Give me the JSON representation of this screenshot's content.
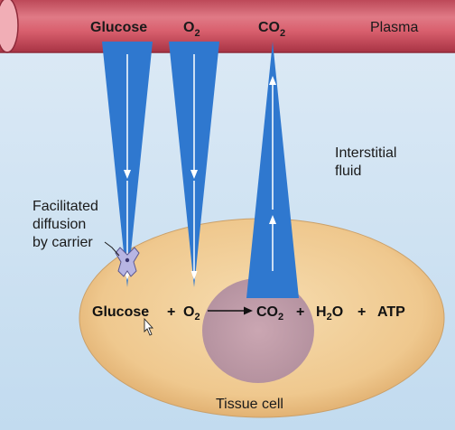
{
  "colors": {
    "interstitial": "#c7dff1",
    "plasma_vessel": "#d86471",
    "gradient_blue": "#2f78cf",
    "cell": "#efc88e",
    "nucleus": "#bd98ac",
    "carrier": "#b7b5e3"
  },
  "labels": {
    "glucose_top": "Glucose",
    "o2_top": "O",
    "o2_top_sub": "2",
    "co2_top": "CO",
    "co2_top_sub": "2",
    "plasma": "Plasma",
    "interstitial_line1": "Interstitial",
    "interstitial_line2": "fluid",
    "facilitated_line1": "Facilitated",
    "facilitated_line2": "diffusion",
    "facilitated_line3": "by carrier",
    "tissue_cell": "Tissue cell"
  },
  "equation": {
    "glucose": "Glucose",
    "plus1": "+",
    "o2": "O",
    "o2_sub": "2",
    "co2": "CO",
    "co2_sub": "2",
    "plus2": "+",
    "h2o_h": "H",
    "h2o_sub": "2",
    "h2o_o": "O",
    "plus3": "+",
    "atp": "ATP"
  },
  "icons": [
    "mouse-cursor-icon"
  ]
}
